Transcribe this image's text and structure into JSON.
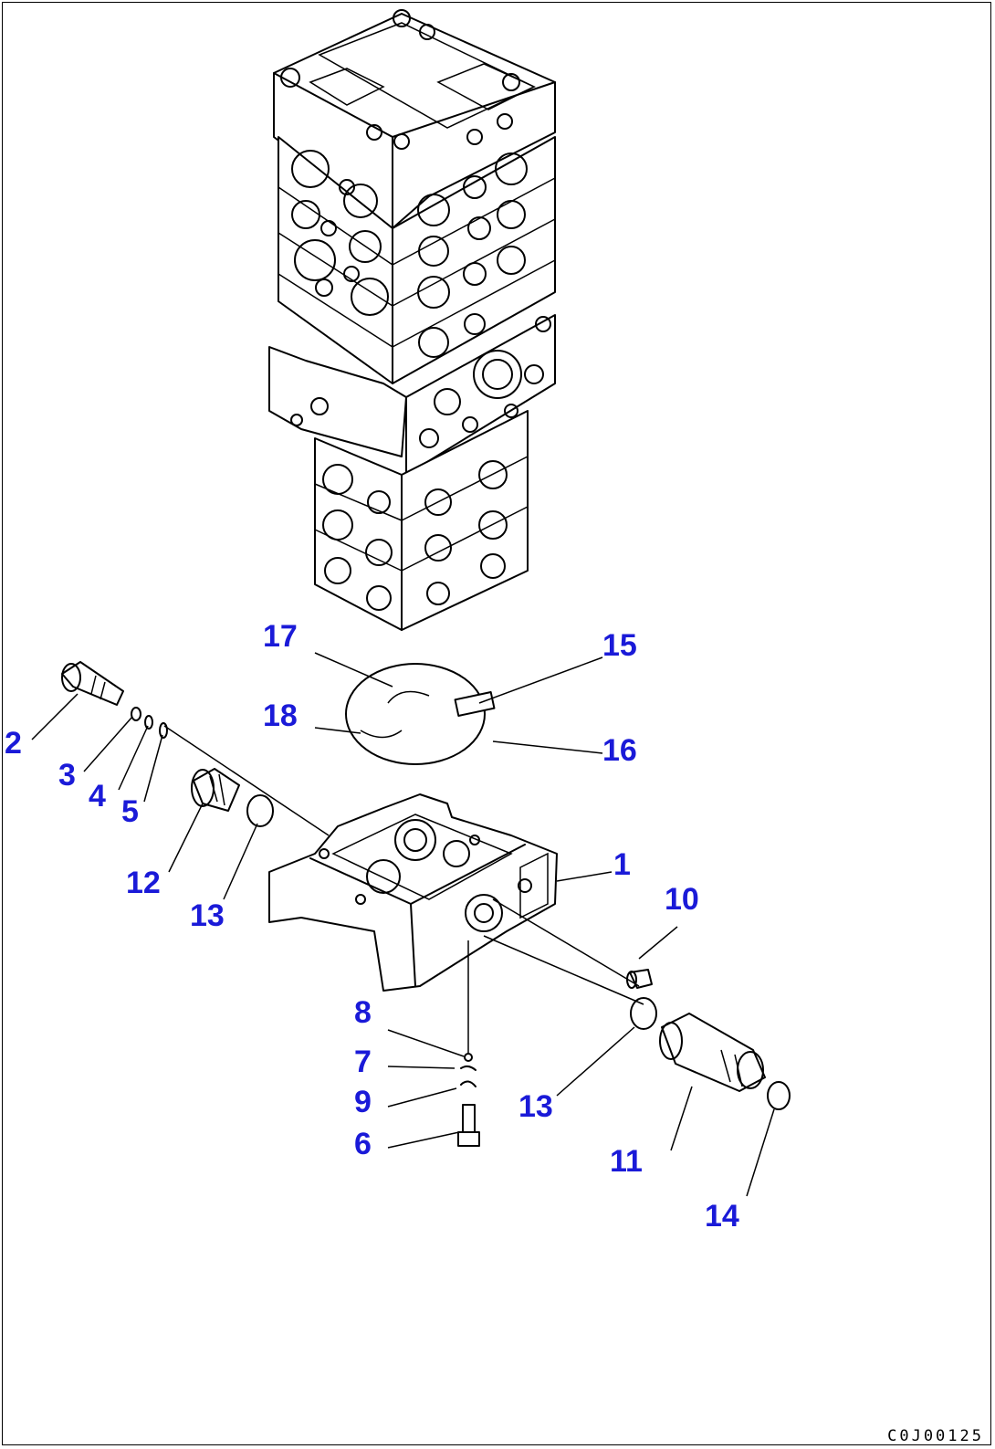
{
  "drawing_code": "C0J00125",
  "colors": {
    "callout": "#1a1ad8",
    "line": "#000000",
    "background": "#ffffff"
  },
  "callouts": [
    {
      "id": "p1",
      "label": "1"
    },
    {
      "id": "p2",
      "label": "2"
    },
    {
      "id": "p3",
      "label": "3"
    },
    {
      "id": "p4",
      "label": "4"
    },
    {
      "id": "p5",
      "label": "5"
    },
    {
      "id": "p6",
      "label": "6"
    },
    {
      "id": "p7",
      "label": "7"
    },
    {
      "id": "p8",
      "label": "8"
    },
    {
      "id": "p9",
      "label": "9"
    },
    {
      "id": "p10",
      "label": "10"
    },
    {
      "id": "p11",
      "label": "11"
    },
    {
      "id": "p12",
      "label": "12"
    },
    {
      "id": "p13a",
      "label": "13"
    },
    {
      "id": "p13b",
      "label": "13"
    },
    {
      "id": "p14",
      "label": "14"
    },
    {
      "id": "p15",
      "label": "15"
    },
    {
      "id": "p16",
      "label": "16"
    },
    {
      "id": "p17",
      "label": "17"
    },
    {
      "id": "p18",
      "label": "18"
    }
  ]
}
